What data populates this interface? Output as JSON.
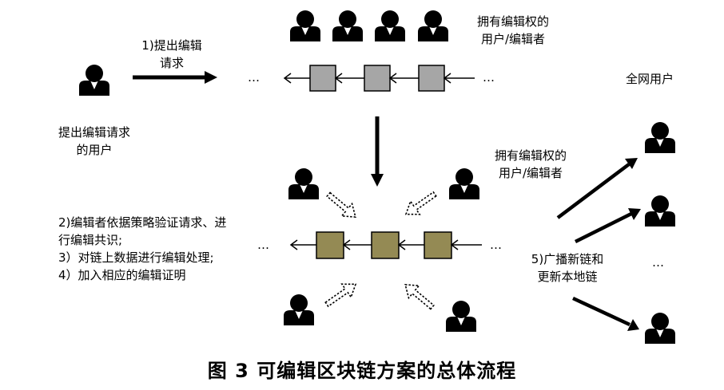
{
  "labels": {
    "request_step": [
      "1)提出编辑",
      "请求"
    ],
    "requester": [
      "提出编辑请求",
      "的用户"
    ],
    "editors_top": [
      "拥有编辑权的",
      "用户/编辑者"
    ],
    "all_users": "全网用户",
    "editors_mid": [
      "拥有编辑权的",
      "用户/编辑者"
    ],
    "steps": [
      "2)编辑者依据策略验证请求、进",
      "行编辑共识;",
      "3）对链上数据进行编辑处理;",
      "4）加入相应的编辑证明"
    ],
    "broadcast": [
      "5)广播新链和",
      "更新本地链"
    ],
    "ellipsis": "…",
    "caption": "图 3 可编辑区块链方案的总体流程"
  },
  "colors": {
    "old_block": "#a6a6a6",
    "new_block": "#948a54",
    "icon": "#000000",
    "dashed_arrow_fill": "#ffffff"
  },
  "icons": {
    "user": "user-icon"
  }
}
